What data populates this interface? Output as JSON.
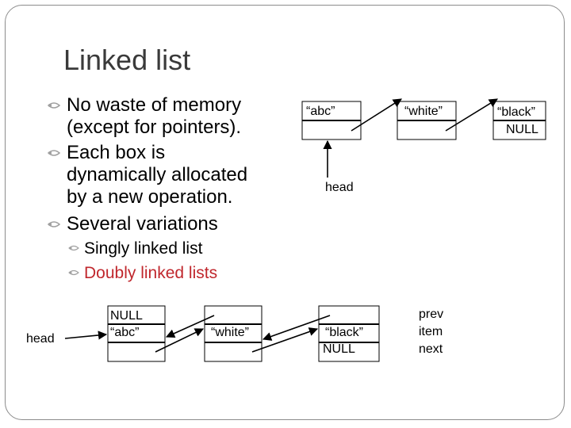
{
  "slide": {
    "title": "Linked list",
    "bullets": [
      "No waste of memory",
      "(except for pointers).",
      "Each box is",
      "dynamically allocated",
      "by a new operation.",
      "Several variations"
    ],
    "sub_bullets": [
      {
        "text": "Singly linked list",
        "color": "#000000"
      },
      {
        "text": "Doubly linked lists",
        "color": "#c0272d"
      }
    ]
  },
  "singly_diagram": {
    "nodes": [
      {
        "value": "“abc”",
        "next": ""
      },
      {
        "value": "“white”",
        "next": ""
      },
      {
        "value": "“black”",
        "next": "NULL"
      }
    ],
    "head_label": "head"
  },
  "doubly_diagram": {
    "head_label": "head",
    "nodes": [
      {
        "prev": "NULL",
        "item": "“abc”"
      },
      {
        "prev": "",
        "item": "“white”"
      },
      {
        "prev": "",
        "item": "“black”",
        "next": "NULL"
      }
    ],
    "legend": [
      "prev",
      "item",
      "next"
    ]
  }
}
